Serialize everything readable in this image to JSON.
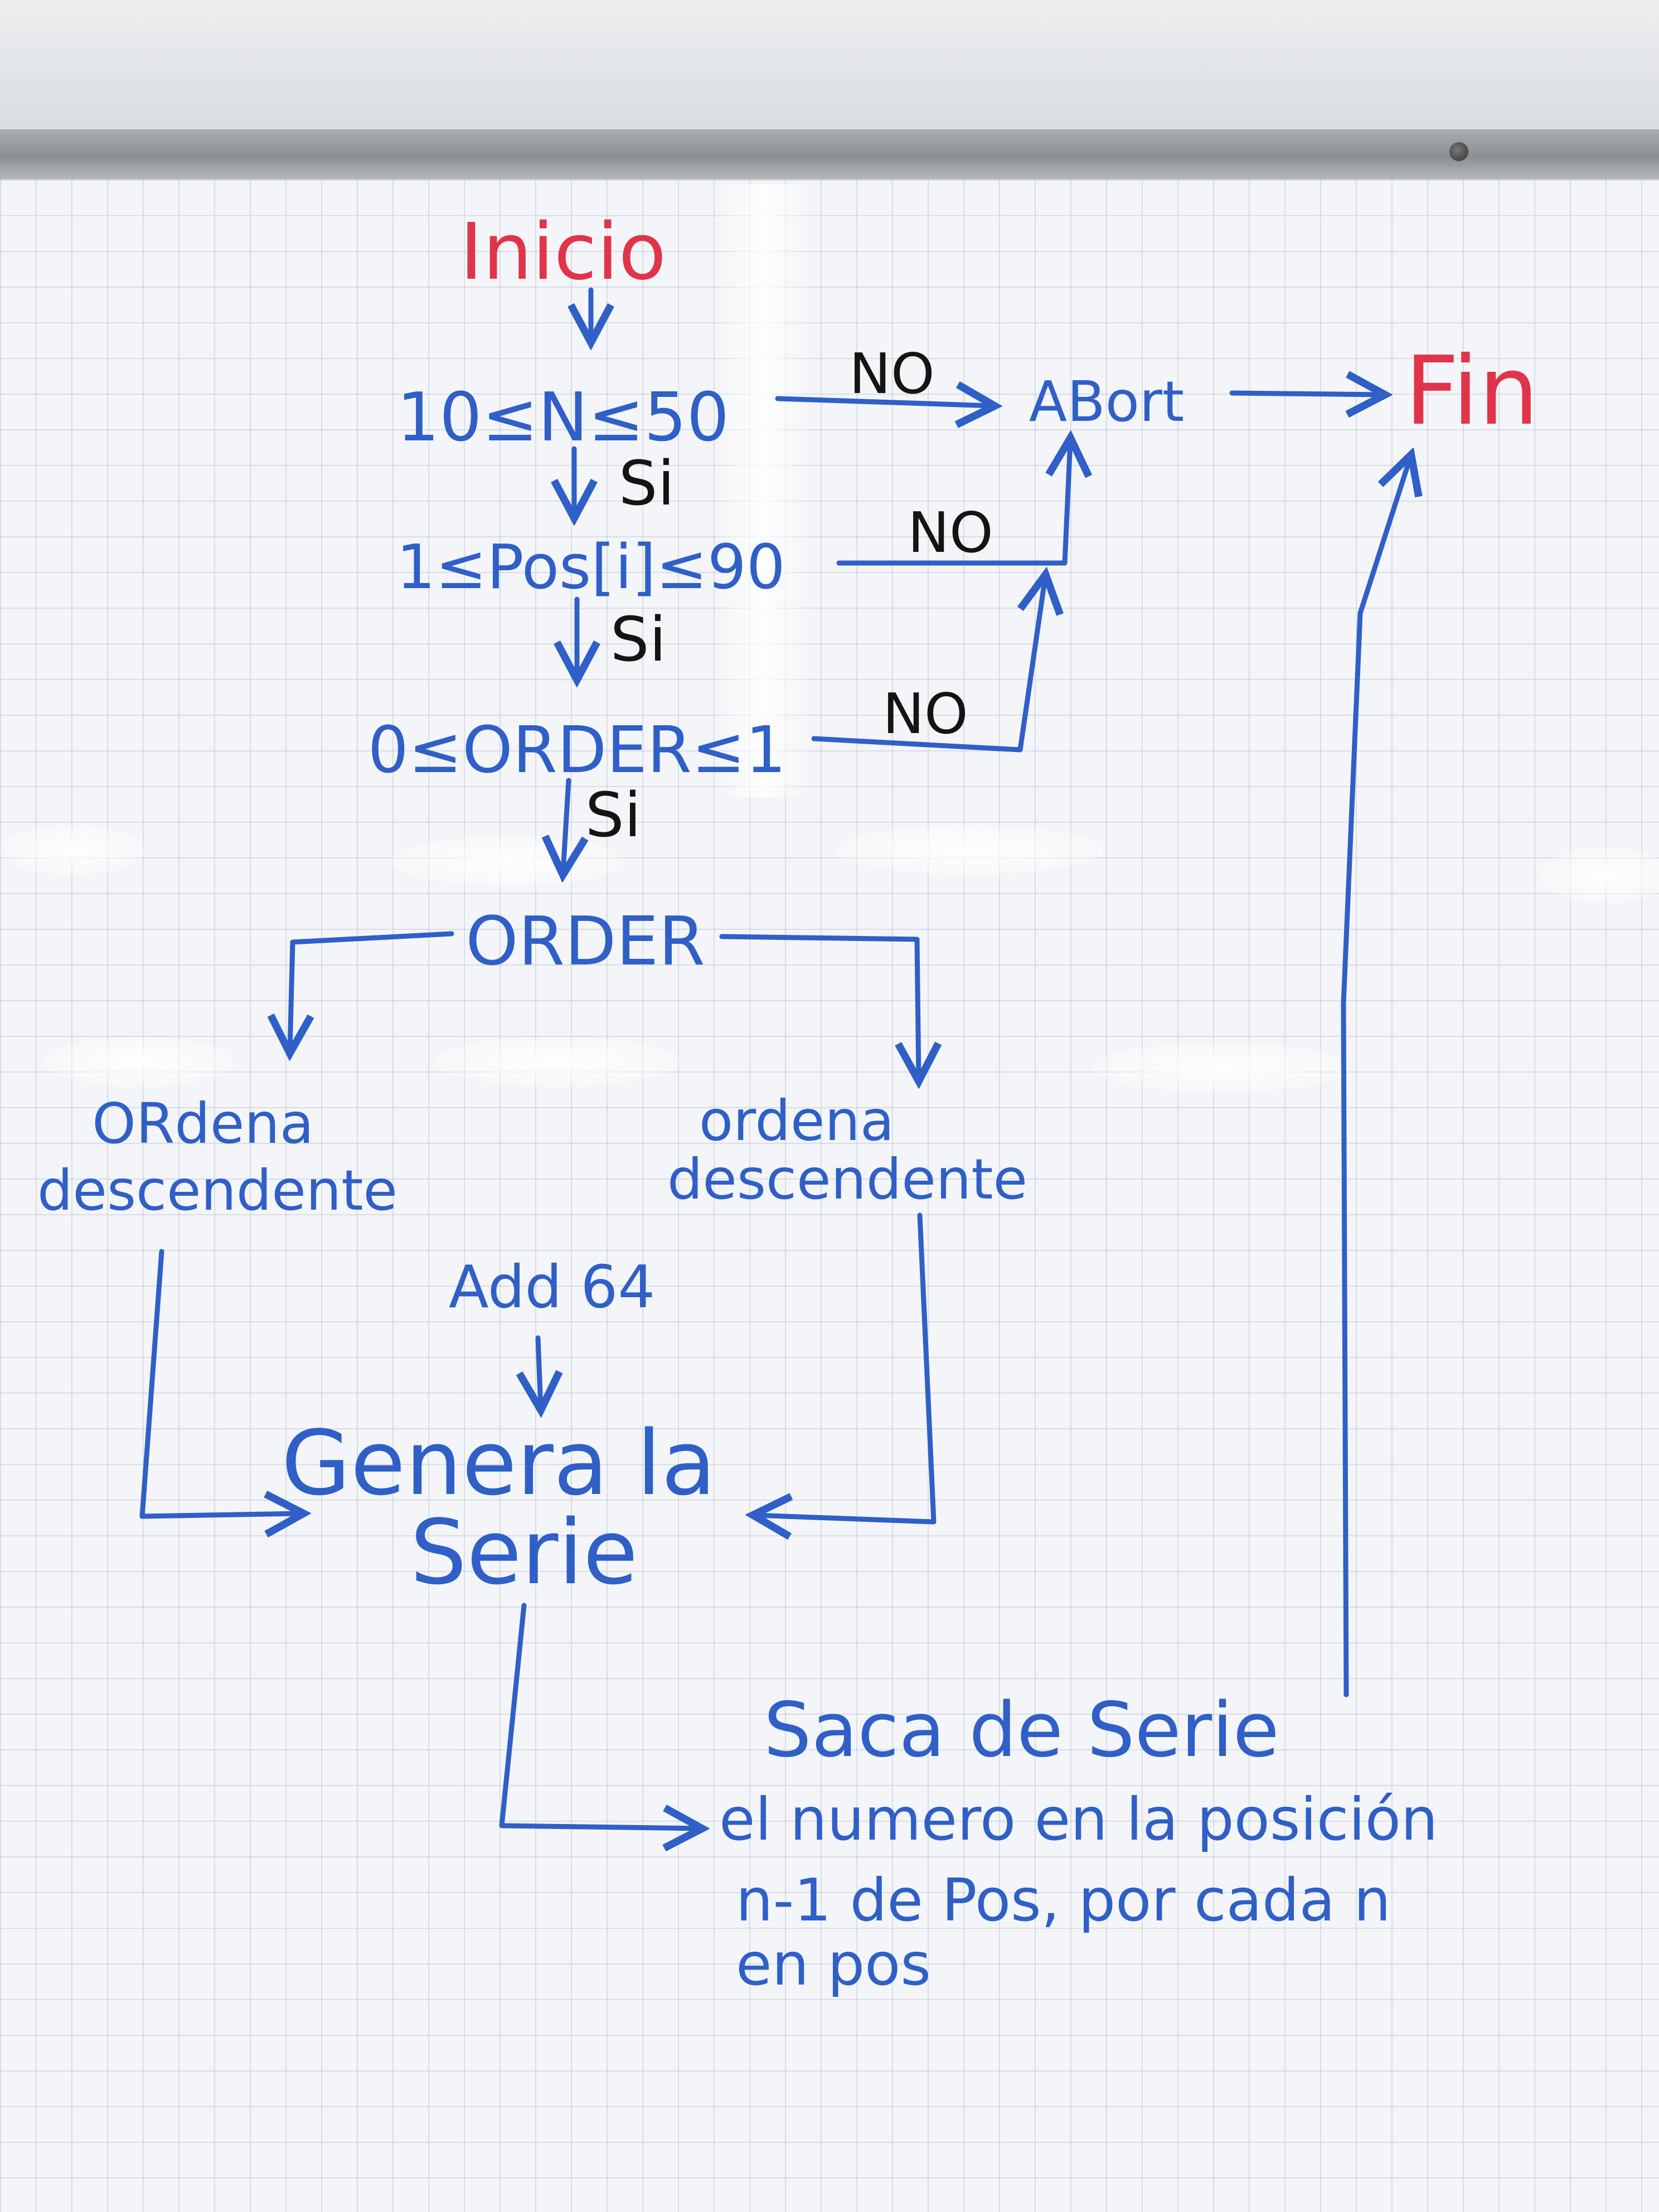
{
  "colors": {
    "blue_marker": "#2f5fc7",
    "red_marker": "#e0344a",
    "black_marker": "#141414",
    "board": "#f3f5f8"
  },
  "nodes": {
    "inicio": "Inicio",
    "check_n": "10≤N≤50",
    "check_pos": "1≤Pos[i]≤90",
    "check_order": "0≤ORDER≤1",
    "abort": "ABort",
    "fin": "Fin",
    "order": "ORDER",
    "left_sort": [
      "ORdena",
      "descendente"
    ],
    "right_sort": [
      "ordena",
      "descendente"
    ],
    "add64": "Add 64",
    "genera": [
      "Genera la",
      "Serie"
    ],
    "saca": [
      "Saca de Serie",
      "el numero en la posición",
      "n-1 de Pos, por cada n",
      "en pos"
    ]
  },
  "edge_labels": {
    "no_1": "NO",
    "no_2": "NO",
    "no_3": "NO",
    "si_1": "Si",
    "si_2": "Si",
    "si_3": "Si"
  }
}
